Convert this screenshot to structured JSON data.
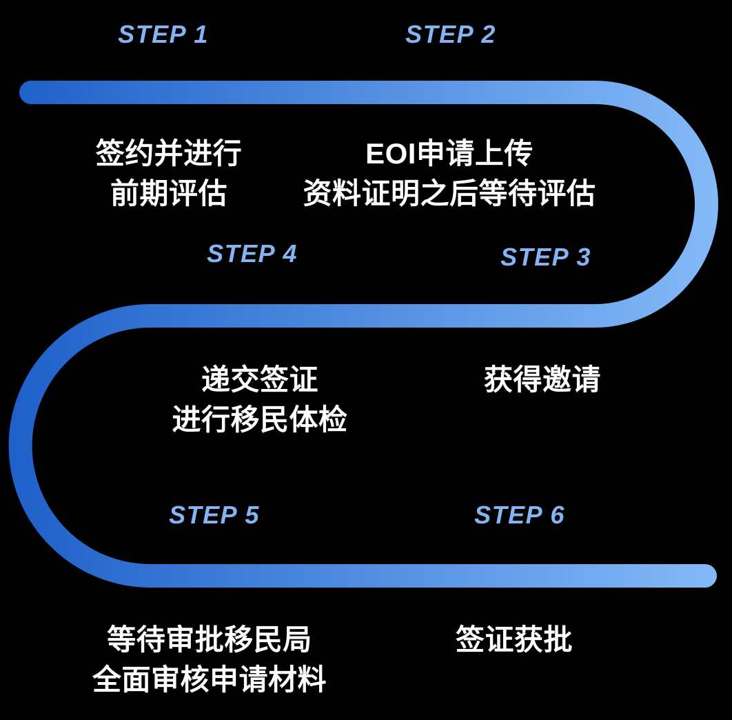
{
  "diagram_title": "visa-application-6-step-flow",
  "colors": {
    "background": "#000000",
    "path_gradient_start": "#1e60c9",
    "path_gradient_end": "#85baf8",
    "step_label": "#84b4f3",
    "step_text": "#ffffff"
  },
  "steps": [
    {
      "label": "STEP 1",
      "lines": [
        "签约并进行",
        "前期评估"
      ]
    },
    {
      "label": "STEP 2",
      "lines": [
        "EOI申请上传",
        "资料证明之后等待评估"
      ]
    },
    {
      "label": "STEP 3",
      "lines": [
        "获得邀请"
      ]
    },
    {
      "label": "STEP 4",
      "lines": [
        "递交签证",
        "进行移民体检"
      ]
    },
    {
      "label": "STEP 5",
      "lines": [
        "等待审批移民局",
        "全面审核申请材料"
      ]
    },
    {
      "label": "STEP 6",
      "lines": [
        "签证获批"
      ]
    }
  ]
}
